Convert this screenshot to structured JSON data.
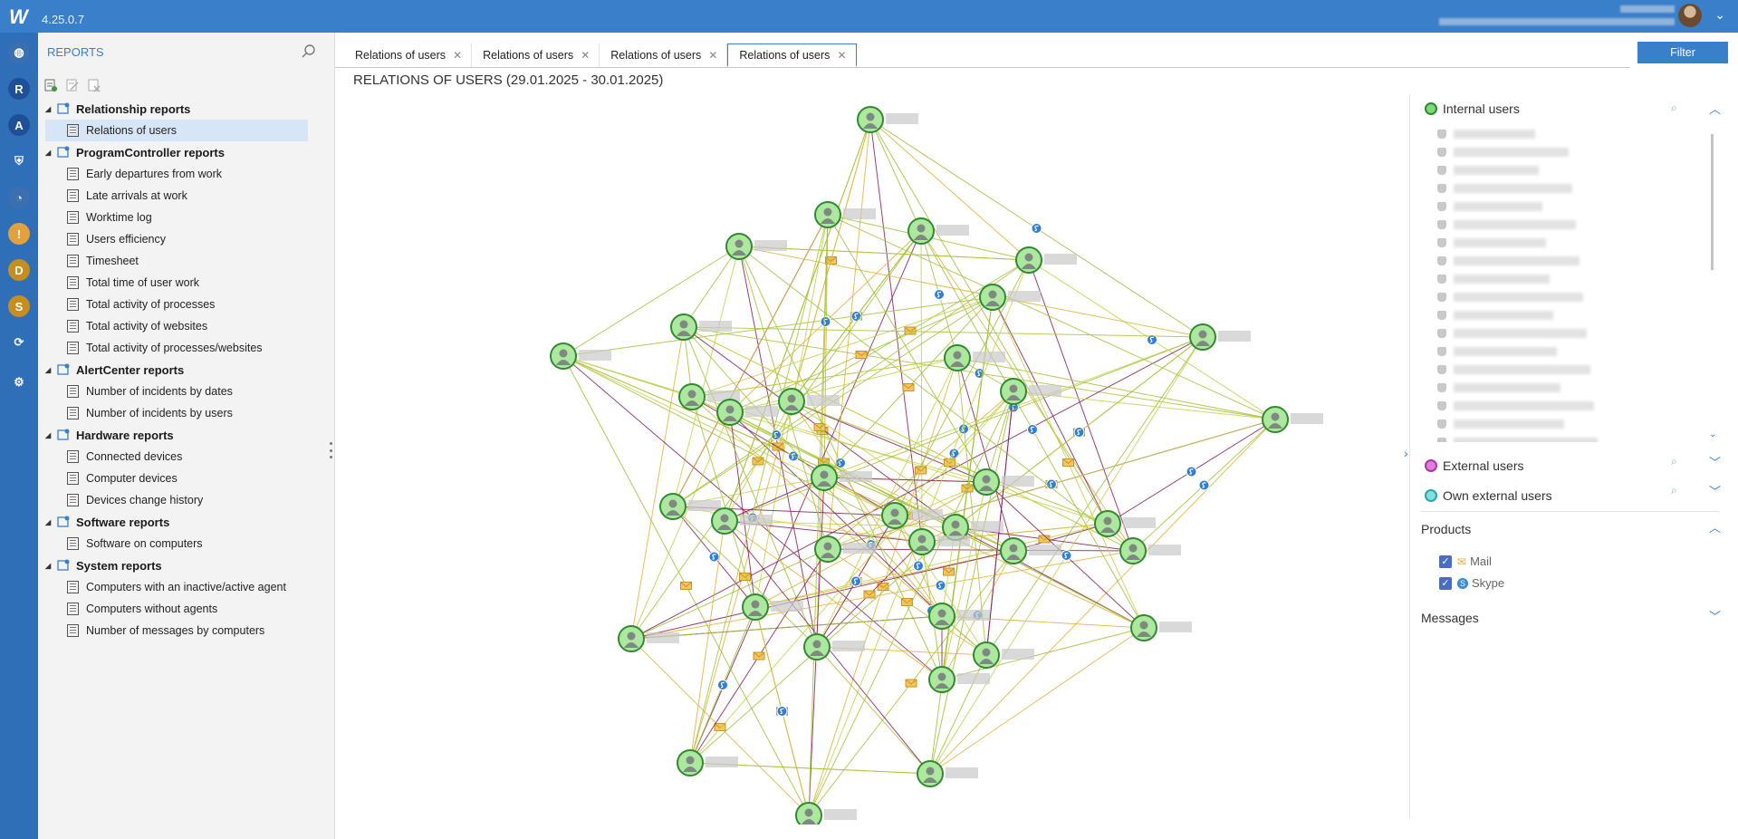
{
  "app": {
    "version": "4.25.0.7",
    "logo_text": "W"
  },
  "rail": {
    "items": [
      {
        "name": "dashboard-icon",
        "glyph": "◍",
        "color": "#3b6fb0"
      },
      {
        "name": "reports-icon",
        "glyph": "R",
        "color": "#1f4f97"
      },
      {
        "name": "activity-icon",
        "glyph": "A",
        "color": "#1f4f97"
      },
      {
        "name": "shield-icon",
        "glyph": "⛨",
        "color": "#2f6fb8"
      },
      {
        "name": "clock-icon",
        "glyph": "◔",
        "color": "#3b6fb0"
      },
      {
        "name": "alert-shield-icon",
        "glyph": "!",
        "color": "#e2a13a"
      },
      {
        "name": "device-icon",
        "glyph": "D",
        "color": "#c68e1f"
      },
      {
        "name": "software-icon",
        "glyph": "S",
        "color": "#c68e1f"
      },
      {
        "name": "sync-icon",
        "glyph": "⟳",
        "color": "#2f6fb8"
      },
      {
        "name": "settings-icon",
        "glyph": "⚙",
        "color": "#2f6fb8"
      }
    ]
  },
  "reports": {
    "title": "REPORTS",
    "groups": [
      {
        "label": "Relationship reports",
        "icon": "relationship-icon",
        "items": [
          "Relations of users"
        ]
      },
      {
        "label": "ProgramController reports",
        "icon": "chart-icon",
        "items": [
          "Early departures from work",
          "Late arrivals at work",
          "Worktime log",
          "Users efficiency",
          "Timesheet",
          "Total time of user work",
          "Total activity of processes",
          "Total activity of websites",
          "Total activity of processes/websites"
        ]
      },
      {
        "label": "AlertCenter reports",
        "icon": "alert-doc-icon",
        "items": [
          "Number of incidents by dates",
          "Number of incidents by users"
        ]
      },
      {
        "label": "Hardware reports",
        "icon": "hardware-icon",
        "items": [
          "Connected devices",
          "Computer devices",
          "Devices change history"
        ]
      },
      {
        "label": "Software reports",
        "icon": "terminal-icon",
        "items": [
          "Software on computers"
        ]
      },
      {
        "label": "System reports",
        "icon": "system-gear-icon",
        "items": [
          "Computers with an inactive/active agent",
          "Computers without agents",
          "Number of messages by computers"
        ]
      }
    ]
  },
  "tabs": [
    "Relations of users",
    "Relations of users",
    "Relations of users",
    "Relations of users"
  ],
  "filter_button": "Filter",
  "report_title": "RELATIONS OF USERS (29.01.2025 - 30.01.2025)",
  "filters": {
    "internal_users": "Internal users",
    "external_users": "External users",
    "own_external_users": "Own external users",
    "products_title": "Products",
    "products": [
      "Mail",
      "Skype"
    ],
    "messages_title": "Messages",
    "colors": {
      "internal": "#7dd87d",
      "external": "#e27ce0",
      "own_external": "#7fe0e0"
    }
  }
}
